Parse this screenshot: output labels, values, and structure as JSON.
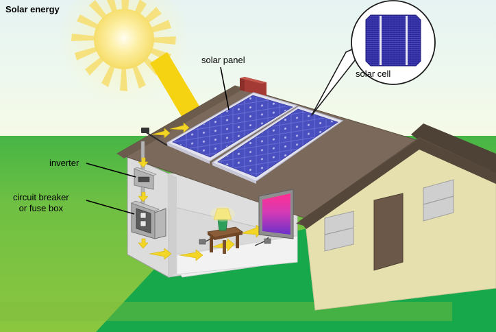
{
  "diagram": {
    "title": "Solar energy",
    "type": "illustration",
    "subject": "residential photovoltaic system",
    "labels": {
      "solar_panel": "solar panel",
      "solar_cell": "solar cell",
      "inverter": "inverter",
      "circuit_breaker_line1": "circuit breaker",
      "circuit_breaker_line2": "or fuse box"
    }
  },
  "scene": {
    "sky_top_color": "#e8f4f2",
    "sky_bottom_color": "#f6fbe9",
    "grass_far_color": "#4bb749",
    "grass_near_color": "#8cc63f",
    "lawn_front_color": "#16a84b",
    "walkway_color": "#a0a0a0",
    "sun_color": "#f7e06a",
    "sun_core_color": "#fffce0",
    "sunbeam_color": "#f5d312",
    "roof_color": "#7b6a5c",
    "roof_dark_color": "#5d4f42",
    "wall_color": "#e6dfae",
    "wall_interior_color": "#d9d9d9",
    "panel_blue": "#4a4fc0",
    "panel_frame": "#d8d8e4",
    "cell_blue": "#2f2f9e",
    "chimney_color": "#a33b34",
    "door_color": "#6b5848",
    "window_color": "#cfcfcf",
    "lamp_shade_color": "#f2e06a",
    "lamp_base_color": "#2e9e5b",
    "table_color": "#6b4a2f",
    "tv_gradient_top": "#ff3d9a",
    "tv_gradient_bottom": "#6a31c9",
    "box_grey": "#9a9a9a",
    "arrow_yellow": "#f3d525",
    "leader_line_color": "#000000"
  },
  "components": [
    {
      "name": "solar panel array",
      "panels": 2,
      "location": "roof"
    },
    {
      "name": "solar cell",
      "location": "callout bubble, top right"
    },
    {
      "name": "inverter",
      "location": "exterior wall, upper"
    },
    {
      "name": "circuit breaker or fuse box",
      "location": "exterior wall, lower"
    },
    {
      "name": "lamp",
      "location": "interior on table"
    },
    {
      "name": "television",
      "location": "interior wall"
    },
    {
      "name": "chimney",
      "location": "roof ridge"
    }
  ],
  "energy_flow": [
    "sunlight strikes solar panel",
    "panel DC power travels to inverter",
    "inverter feeds circuit breaker / fuse box",
    "breaker box distributes power to household outlets, lamp and television"
  ]
}
